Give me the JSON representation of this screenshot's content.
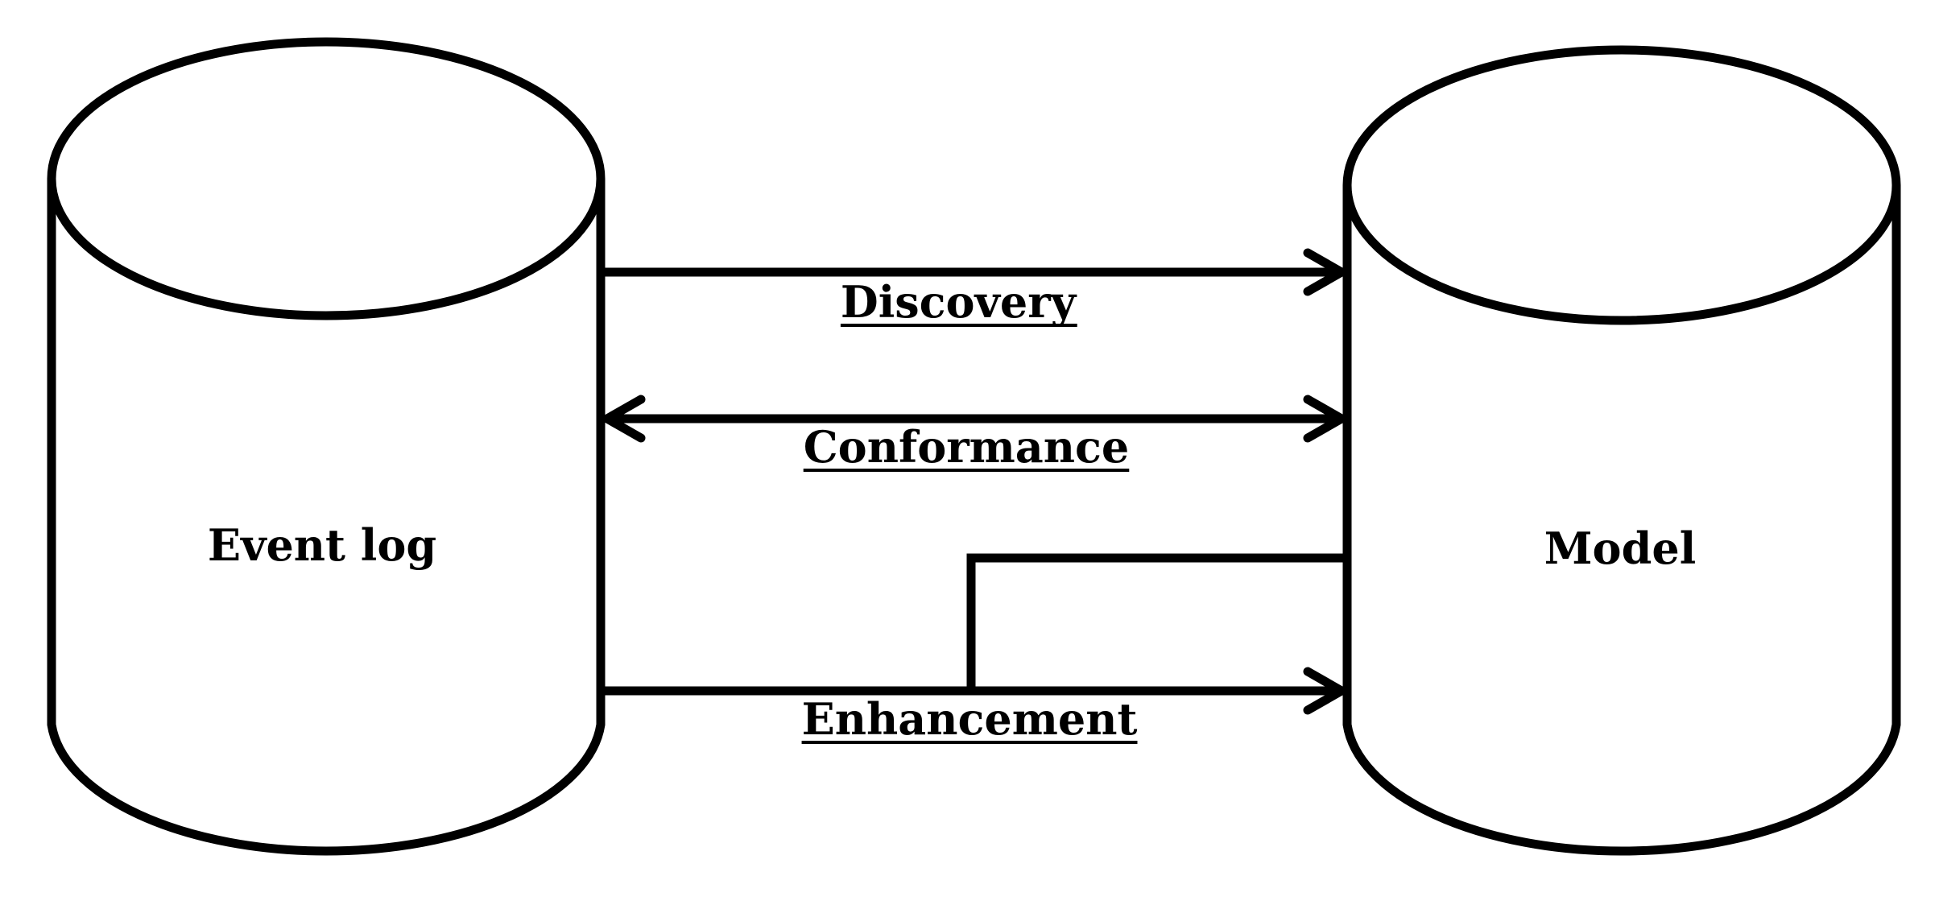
{
  "diagram": {
    "type": "process-mining-overview",
    "nodes": [
      {
        "id": "event-log",
        "label": "Event log",
        "shape": "cylinder"
      },
      {
        "id": "model",
        "label": "Model",
        "shape": "cylinder"
      }
    ],
    "edges": [
      {
        "id": "discovery",
        "label": "Discovery",
        "from": "event-log",
        "to": "model",
        "direction": "forward"
      },
      {
        "id": "conformance",
        "label": "Conformance",
        "from": "event-log",
        "to": "model",
        "direction": "both"
      },
      {
        "id": "enhancement",
        "label": "Enhancement",
        "from": "event-log",
        "to": "model",
        "direction": "forward",
        "feedback_from": "model"
      }
    ],
    "colors": {
      "stroke": "#000000",
      "background": "#ffffff"
    }
  }
}
